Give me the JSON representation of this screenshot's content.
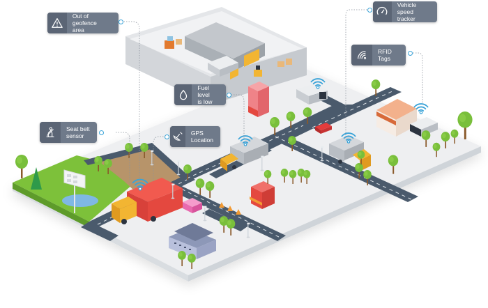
{
  "diagram": {
    "title": "Fleet telematics IoT overview",
    "colors": {
      "callout_bg": "#6f7a8a",
      "callout_icon_bg": "#5b6575",
      "connector_dot": "#3aa3d8",
      "road": "#4a5a6c",
      "ground": "#eeeff1",
      "grass": "#7dc13a",
      "dirt": "#b7946a",
      "wifi": "#3aa3d8",
      "truck_cab": "#f2b532",
      "truck_box_red": "#e4483f",
      "truck_box_grey": "#b9bec4"
    },
    "callouts": [
      {
        "id": "geofence",
        "icon": "warning-icon",
        "label": "Out of geofence\narea"
      },
      {
        "id": "speed",
        "icon": "speedometer-icon",
        "label": "Vehicle speed\ntracker"
      },
      {
        "id": "rfid",
        "icon": "rfid-icon",
        "label": "RFID\nTags"
      },
      {
        "id": "fuel",
        "icon": "fuel-drop-icon",
        "label": "Fuel level\nis low"
      },
      {
        "id": "seatbelt",
        "icon": "seatbelt-icon",
        "label": "Seat belt\nsensor"
      },
      {
        "id": "gps",
        "icon": "satellite-dish-icon",
        "label": "GPS\nLocation"
      }
    ],
    "scene_elements": [
      "warehouse-compound",
      "red-delivery-truck",
      "grey-box-truck-center",
      "grey-box-truck-right",
      "van-at-loading-dock",
      "delivery-van-at-store",
      "red-car",
      "pink-food-truck",
      "market-kiosk",
      "pink-office-building",
      "factory-building",
      "storefront-with-awning",
      "billboard",
      "pond",
      "traffic-cones"
    ]
  }
}
